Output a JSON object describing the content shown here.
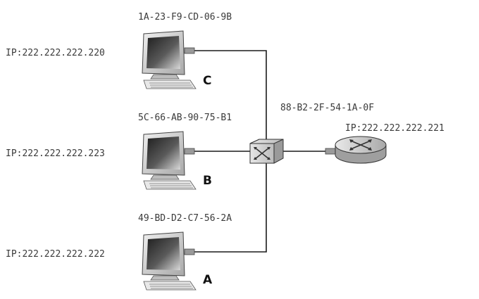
{
  "hosts": [
    {
      "letter": "C",
      "ip": "IP:222.222.222.220",
      "mac": "1A-23-F9-CD-06-9B"
    },
    {
      "letter": "B",
      "ip": "IP:222.222.222.223",
      "mac": "5C-66-AB-90-75-B1"
    },
    {
      "letter": "A",
      "ip": "IP:222.222.222.222",
      "mac": "49-BD-D2-C7-56-2A"
    }
  ],
  "router": {
    "mac": "88-B2-2F-54-1A-0F",
    "ip": "IP:222.222.222.221"
  },
  "colors": {
    "screen_dark": "#2b2b2b",
    "screen_light": "#d8d8d8",
    "device_gray": "#c9c9c9",
    "wire": "#1a1a1a"
  },
  "icons": {
    "host": "desktop-computer-icon",
    "switch": "switch-icon",
    "router": "router-icon"
  }
}
